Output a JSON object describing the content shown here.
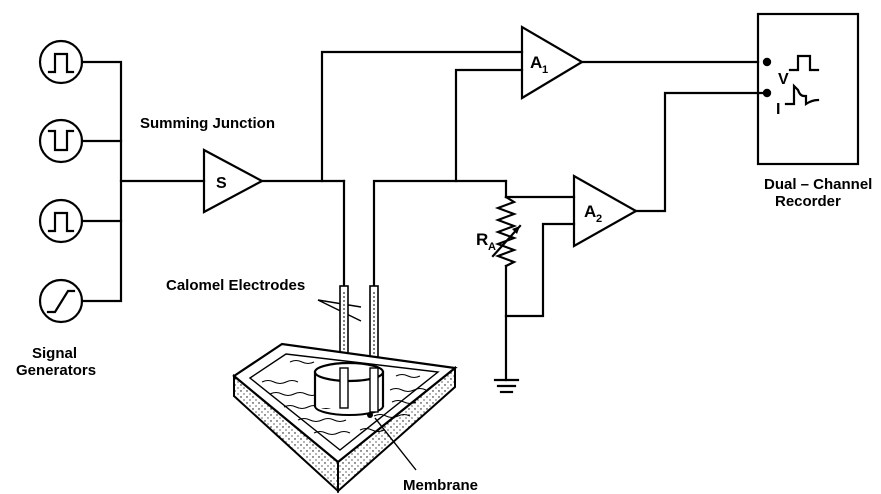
{
  "labels": {
    "signal_generators_line1": "Signal",
    "signal_generators_line2": "Generators",
    "summing_junction": "Summing  Junction",
    "summing_amp": "S",
    "amp1_letter": "A",
    "amp1_sub": "1",
    "amp2_letter": "A",
    "amp2_sub": "2",
    "resistor_letter": "R",
    "resistor_sub": "A",
    "recorder_v": "V",
    "recorder_i": "I",
    "recorder_line1": "Dual – Channel",
    "recorder_line2": "Recorder",
    "calomel_electrodes": "Calomel Electrodes",
    "membrane": "Membrane"
  },
  "icons": {
    "generators": [
      "square-pulse-icon",
      "inverted-pulse-icon",
      "square-pulse-icon",
      "ramp-icon"
    ],
    "recorder_traces": [
      "voltage-step-trace-icon",
      "current-transient-trace-icon"
    ]
  }
}
